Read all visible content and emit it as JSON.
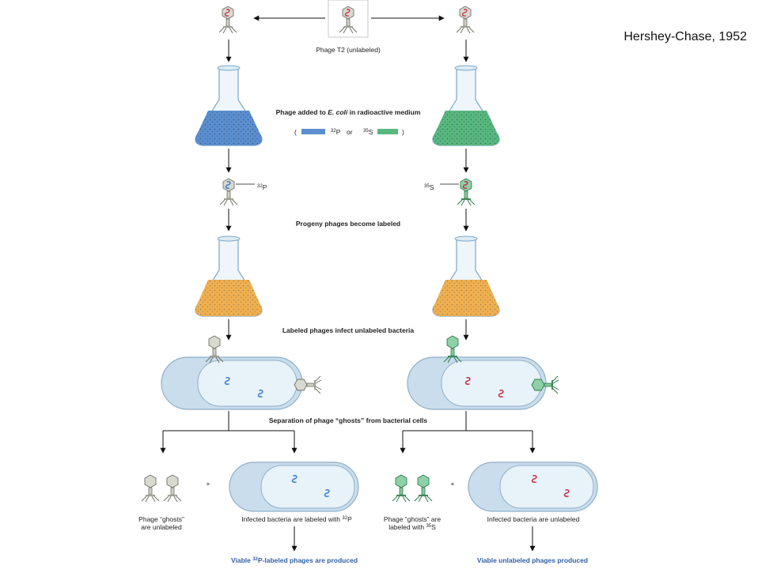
{
  "credit": "Hershey-Chase, 1952",
  "labels": {
    "phage_t2": "Phage T2 (unlabeled)",
    "phage_added_pre": "Phage added to ",
    "phage_added_italic": "E. coli",
    "phage_added_post": " in radioactive medium",
    "legend_open": "(",
    "legend_or": "or",
    "legend_close": ")",
    "isotope_p": "P",
    "isotope_s": "S",
    "mass_p": "32",
    "mass_s": "35",
    "progeny": "Progeny phages become labeled",
    "infect": "Labeled phages infect unlabeled bacteria",
    "separation": "Separation of phage “ghosts” from bacterial cells",
    "plus": "+",
    "ghosts_unlabeled_1": "Phage “ghosts”",
    "ghosts_unlabeled_2": "are unlabeled",
    "infected_labeled_pre": "Infected bacteria are labeled with ",
    "ghosts_labeled_1": "Phage “ghosts” are",
    "ghosts_labeled_2_pre": "labeled with ",
    "infected_unlabeled": "Infected bacteria are unlabeled",
    "viable_p_pre": "Viable ",
    "viable_p_post": "P-labeled phages are produced",
    "viable_unlabeled": "Viable unlabeled phages produced"
  },
  "colors": {
    "p32_blue": "#5b8fd0",
    "s35_green": "#58b87e",
    "orange_medium": "#f0b050",
    "cell_fill": "#c9ddec",
    "cell_inner": "#e8f2f9",
    "phage_gray": "#c9cbbf",
    "phage_green": "#6fc08c",
    "dna_red": "#c8324a",
    "arrow": "#111111"
  }
}
